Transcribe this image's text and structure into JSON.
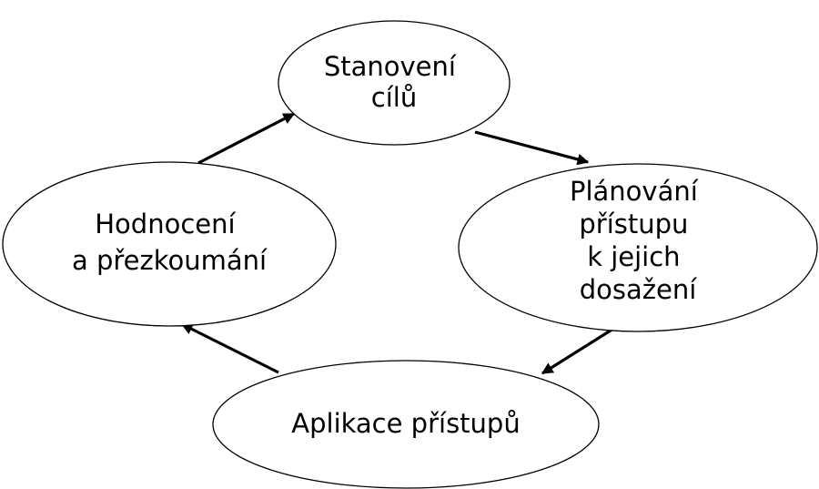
{
  "nodes": [
    {
      "id": "stanoveni-cilu",
      "lines": [
        "Stanovení",
        "cílů"
      ]
    },
    {
      "id": "planovani-pristupu",
      "lines": [
        "Plánování",
        "přístupu",
        "k jejich",
        "dosažení"
      ]
    },
    {
      "id": "aplikace-pristupu",
      "lines": [
        "Aplikace přístupů"
      ]
    },
    {
      "id": "hodnoceni-prezkoumani",
      "lines": [
        "Hodnocení",
        "a přezkoumání"
      ]
    }
  ],
  "edges": [
    {
      "from": "stanoveni-cilu",
      "to": "planovani-pristupu"
    },
    {
      "from": "planovani-pristupu",
      "to": "aplikace-pristupu"
    },
    {
      "from": "aplikace-pristupu",
      "to": "hodnoceni-prezkoumani"
    },
    {
      "from": "hodnoceni-prezkoumani",
      "to": "stanoveni-cilu"
    }
  ],
  "colors": {
    "stroke": "#000000",
    "fill": "#ffffff",
    "background": "#ffffff"
  }
}
